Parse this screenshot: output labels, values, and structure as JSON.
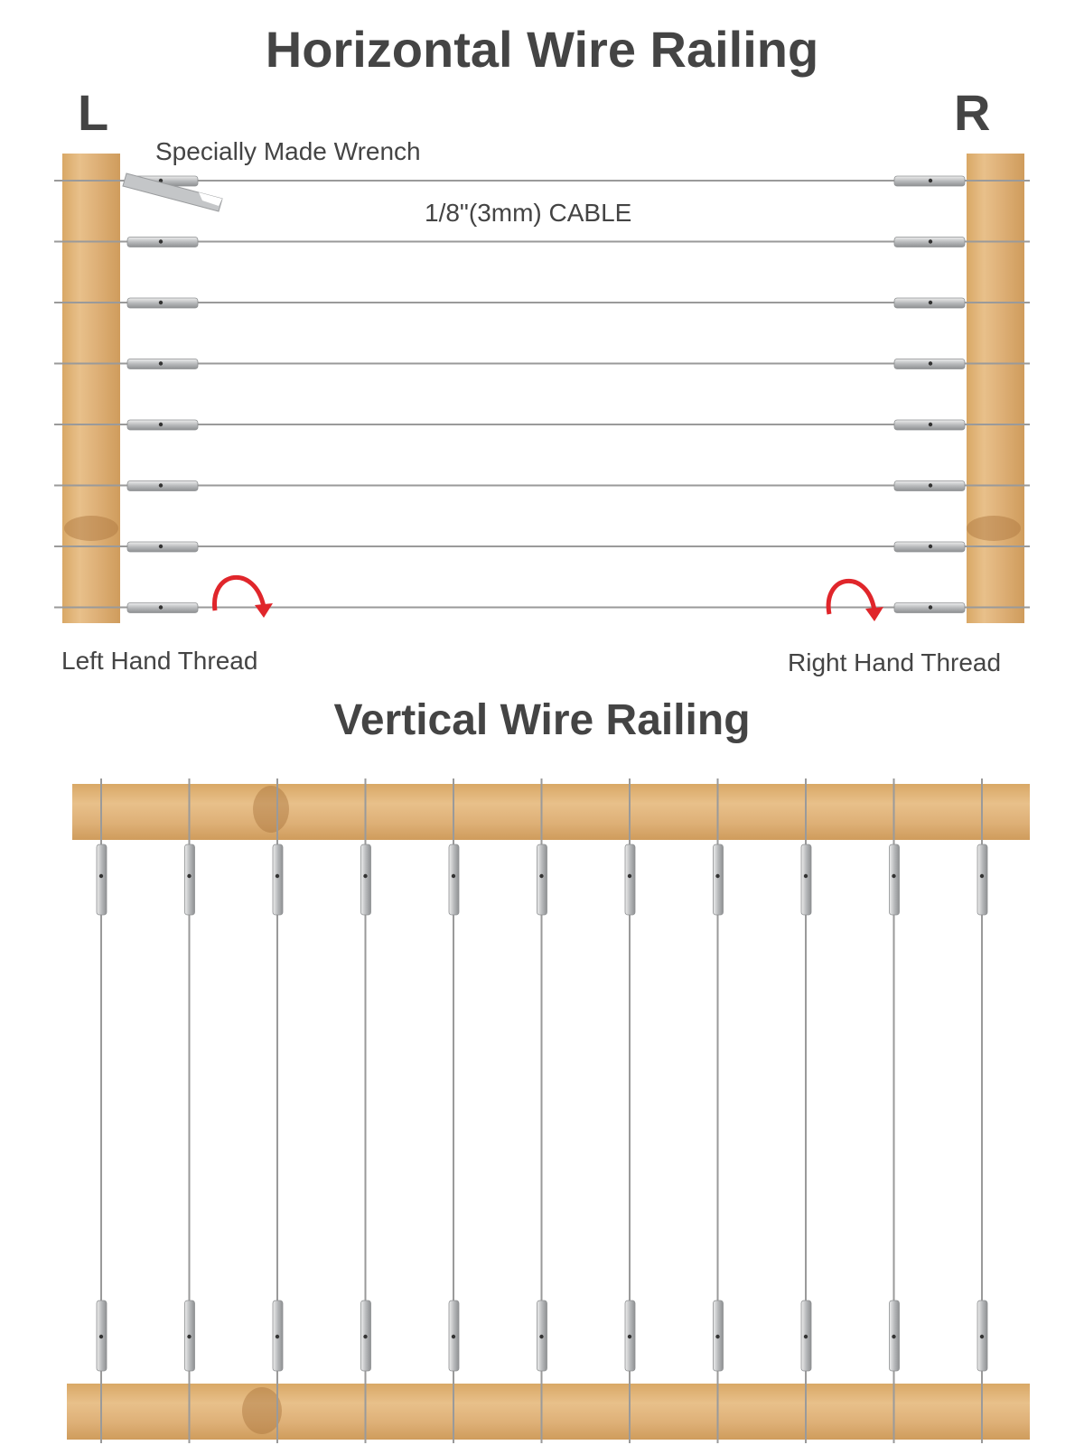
{
  "horizontal": {
    "title": "Horizontal Wire Railing",
    "left_letter": "L",
    "right_letter": "R",
    "wrench_label": "Specially Made Wrench",
    "cable_label": "1/8\"(3mm) CABLE",
    "left_thread_label": "Left Hand Thread",
    "right_thread_label": "Right Hand Thread"
  },
  "vertical": {
    "title": "Vertical Wire Railing"
  },
  "colors": {
    "wood": "#e2b579",
    "wood_dark": "#c8955a",
    "cable": "#9a9a9a",
    "fitting": "#c9cbcd",
    "arrow": "#e0262b",
    "text": "#444444"
  },
  "icons": {
    "thread_arrow": "curved-arrow-icon",
    "wrench": "wrench-icon"
  }
}
